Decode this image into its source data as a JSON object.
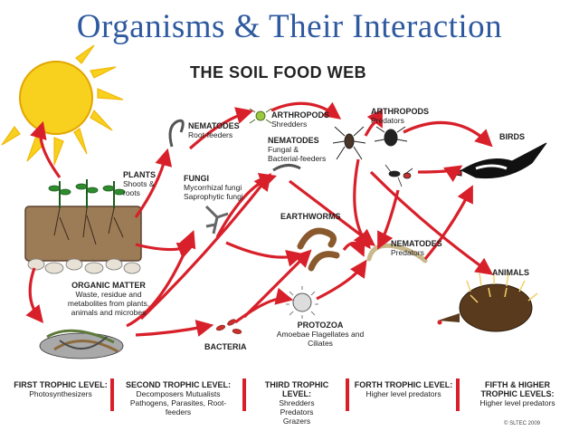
{
  "slide_title": "Organisms & Their Interaction",
  "diagram_title": "THE SOIL FOOD WEB",
  "nodes": {
    "plants": {
      "name": "PLANTS",
      "desc": "Shoots & roots"
    },
    "organic_matter": {
      "name": "ORGANIC MATTER",
      "desc": "Waste, residue and metabolites from plants, animals and microbes"
    },
    "nematodes_root": {
      "name": "NEMATODES",
      "desc": "Root-feeders"
    },
    "fungi": {
      "name": "FUNGI",
      "desc": "Mycorrhizal fungi Saprophytic fungi"
    },
    "bacteria": {
      "name": "BACTERIA",
      "desc": ""
    },
    "arthropods_shredders": {
      "name": "ARTHROPODS",
      "desc": "Shredders"
    },
    "nematodes_fungal": {
      "name": "NEMATODES",
      "desc": "Fungal & Bacterial-feeders"
    },
    "earthworms": {
      "name": "EARTHWORMS",
      "desc": ""
    },
    "protozoa": {
      "name": "PROTOZOA",
      "desc": "Amoebae Flagellates and Ciliates"
    },
    "arthropods_predators": {
      "name": "ARTHROPODS",
      "desc": "Predators"
    },
    "nematodes_predators": {
      "name": "NEMATODES",
      "desc": "Predators"
    },
    "birds": {
      "name": "BIRDS",
      "desc": ""
    },
    "animals": {
      "name": "ANIMALS",
      "desc": ""
    }
  },
  "levels": [
    {
      "name": "FIRST TROPHIC LEVEL:",
      "desc": "Photosynthesizers"
    },
    {
      "name": "SECOND TROPHIC LEVEL:",
      "desc": "Decomposers Mutualists Pathogens, Parasites, Root-feeders"
    },
    {
      "name": "THIRD TROPHIC LEVEL:",
      "desc": "Shredders Predators Grazers"
    },
    {
      "name": "FORTH TROPHIC LEVEL:",
      "desc": "Higher level predators"
    },
    {
      "name": "FIFTH & HIGHER TROPHIC LEVELS:",
      "desc": "Higher level predators"
    }
  ],
  "credit": "© SLTEC 2009",
  "colors": {
    "title": "#2f5aa0",
    "arrow": "#d8202a",
    "sun": "#f7d11e",
    "soil": "#8a6a4a"
  }
}
